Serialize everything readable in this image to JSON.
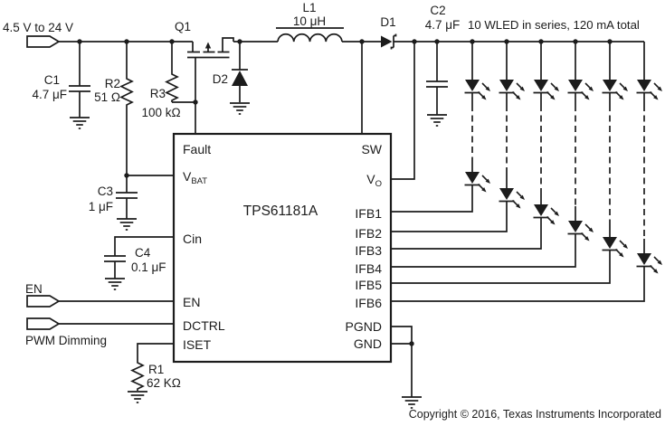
{
  "labels": {
    "input": "4.5 V to 24 V",
    "led_note": "10 WLED in series, 120 mA total",
    "en": "EN",
    "pwm": "PWM Dimming",
    "copyright": "Copyright © 2016, Texas Instruments Incorporated"
  },
  "ic": {
    "part": "TPS61181A",
    "pins": {
      "fault": "Fault",
      "vbat": {
        "main": "V",
        "sub": "BAT"
      },
      "cin": "Cin",
      "en": "EN",
      "dctrl": "DCTRL",
      "iset": "ISET",
      "sw": "SW",
      "vo": {
        "main": "V",
        "sub": "O"
      },
      "ifb1": "IFB1",
      "ifb2": "IFB2",
      "ifb3": "IFB3",
      "ifb4": "IFB4",
      "ifb5": "IFB5",
      "ifb6": "IFB6",
      "pgnd": "PGND",
      "gnd": "GND"
    }
  },
  "components": {
    "c1": {
      "ref": "C1",
      "value": "4.7 μF"
    },
    "c2": {
      "ref": "C2",
      "value": "4.7 μF"
    },
    "c3": {
      "ref": "C3",
      "value": "1 μF"
    },
    "c4": {
      "ref": "C4",
      "value": "0.1 μF"
    },
    "r1": {
      "ref": "R1",
      "value": "62 KΩ"
    },
    "r2": {
      "ref": "R2",
      "value": "51 Ω"
    },
    "r3": {
      "ref": "R3",
      "value": "100 kΩ"
    },
    "l1": {
      "ref": "L1",
      "value": "10 μH"
    },
    "d1": {
      "ref": "D1"
    },
    "d2": {
      "ref": "D2"
    },
    "q1": {
      "ref": "Q1"
    }
  }
}
